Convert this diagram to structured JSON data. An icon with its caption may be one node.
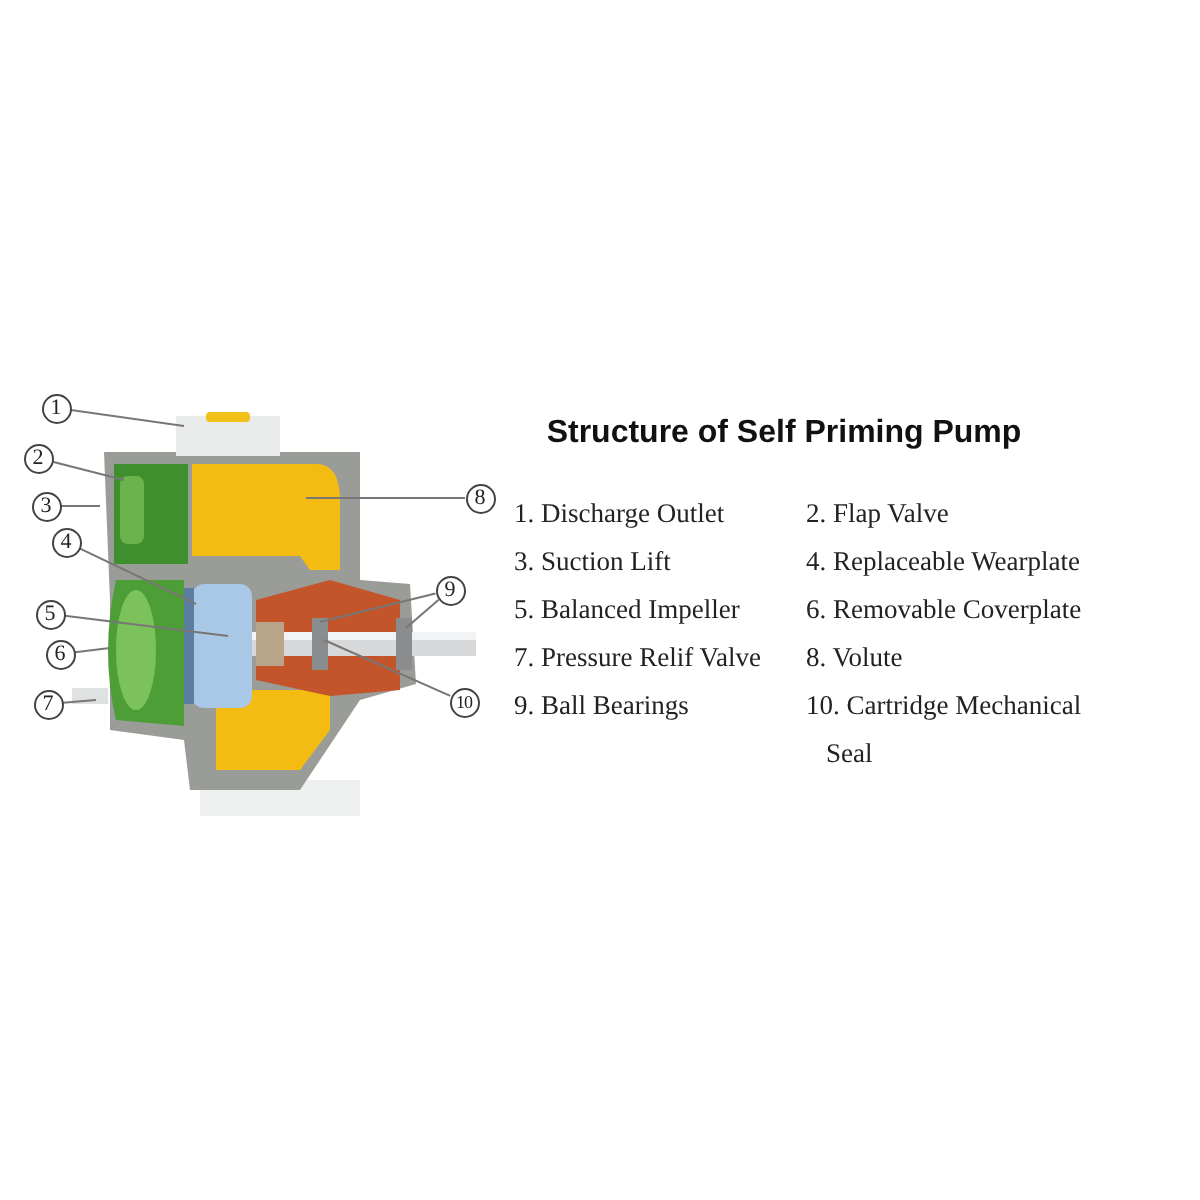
{
  "diagram": {
    "title": "Structure of Self Priming Pump",
    "nodes": [
      {
        "text": [
          "1"
        ]
      },
      {
        "text": [
          "2"
        ]
      },
      {
        "text": [
          "3"
        ]
      },
      {
        "text": [
          "4"
        ]
      },
      {
        "text": [
          "5"
        ]
      },
      {
        "text": [
          "6"
        ]
      },
      {
        "text": [
          "7"
        ]
      },
      {
        "text": [
          "8"
        ]
      },
      {
        "text": [
          "9"
        ]
      },
      {
        "text": [
          "10"
        ]
      }
    ],
    "edges": [
      {
        "from": 0,
        "to": null,
        "arrow": "none"
      },
      {
        "from": 1,
        "to": null,
        "arrow": "none"
      },
      {
        "from": 2,
        "to": null,
        "arrow": "none"
      },
      {
        "from": 3,
        "to": null,
        "arrow": "none"
      },
      {
        "from": 4,
        "to": null,
        "arrow": "none"
      },
      {
        "from": 5,
        "to": null,
        "arrow": "none"
      },
      {
        "from": 6,
        "to": null,
        "arrow": "none"
      },
      {
        "from": 7,
        "to": null,
        "arrow": "none"
      },
      {
        "from": 8,
        "to": null,
        "arrow": "none"
      },
      {
        "from": 8,
        "to": null,
        "arrow": "none"
      },
      {
        "from": 9,
        "to": null,
        "arrow": "none"
      }
    ],
    "labels": [
      "1. Discharge Outlet",
      "2. Flap Valve",
      "3. Suction Lift",
      "4. Replaceable Wearplate",
      "5. Balanced Impeller",
      "6. Removable Coverplate",
      "7. Pressure Relif Valve",
      "8. Volute",
      "9. Ball Bearings",
      "10. Cartridge Mechanical Seal"
    ]
  }
}
